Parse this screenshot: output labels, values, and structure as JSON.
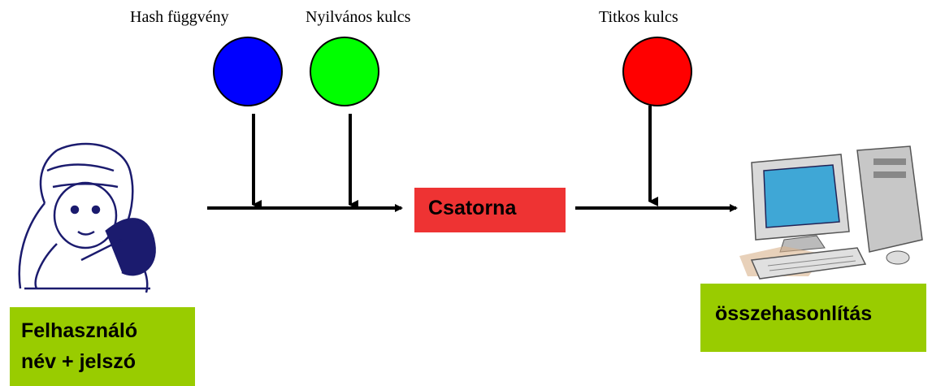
{
  "labels": {
    "hash": "Hash függvény",
    "public_key": "Nyilvános kulcs",
    "secret_key": "Titkos kulcs"
  },
  "nodes": {
    "channel": "Csatorna",
    "user": [
      "Felhasználó",
      "név + jelszó"
    ],
    "compare": "összehasonlítás"
  },
  "colors": {
    "hash_circle": "#0000ff",
    "public_key_circle": "#00ff00",
    "secret_key_circle": "#ff0000",
    "channel_box": "#ee3333",
    "label_box": "#99cc00"
  },
  "icons": {
    "user": "woman-with-cat-clipart",
    "compare": "desktop-computer-clipart"
  }
}
